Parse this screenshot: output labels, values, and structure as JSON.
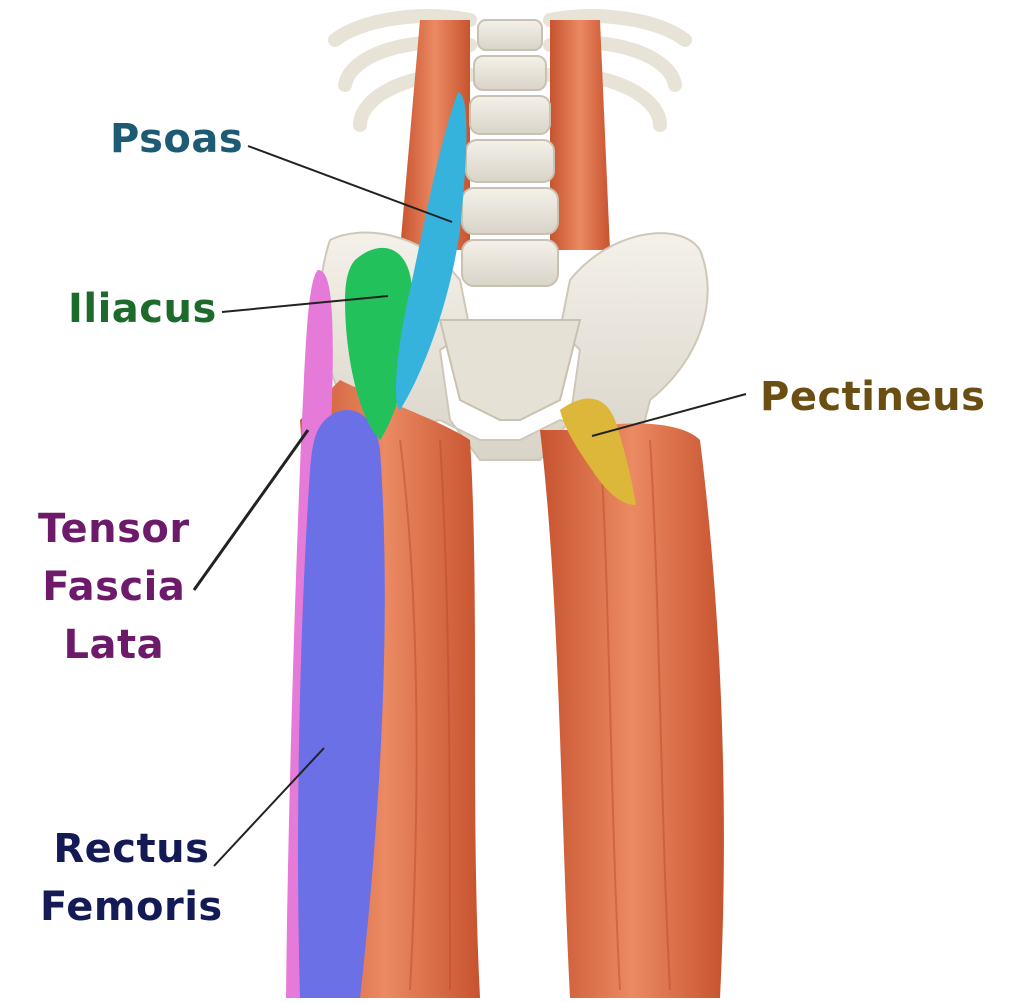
{
  "labels": {
    "psoas": {
      "lines": [
        "Psoas"
      ],
      "color": "#1d5b73"
    },
    "iliacus": {
      "lines": [
        "Iliacus"
      ],
      "color": "#1c6b2a"
    },
    "pectineus": {
      "lines": [
        "Pectineus"
      ],
      "color": "#6b4e12"
    },
    "tensor_fascia_lata": {
      "lines": [
        "Tensor",
        "Fascia",
        "Lata"
      ],
      "color": "#6e1a6a"
    },
    "rectus_femoris": {
      "lines": [
        "Rectus",
        "Femoris"
      ],
      "color": "#141a55"
    }
  },
  "colors": {
    "muscle": "#e2734f",
    "muscle_dark": "#c4522f",
    "bone": "#ece8df",
    "psoas": "#35b3dd",
    "iliacus": "#22c15c",
    "pectineus": "#dcb73a",
    "tensor_fascia_lata": "#e67ad8",
    "rectus_femoris": "#6b70e6"
  }
}
